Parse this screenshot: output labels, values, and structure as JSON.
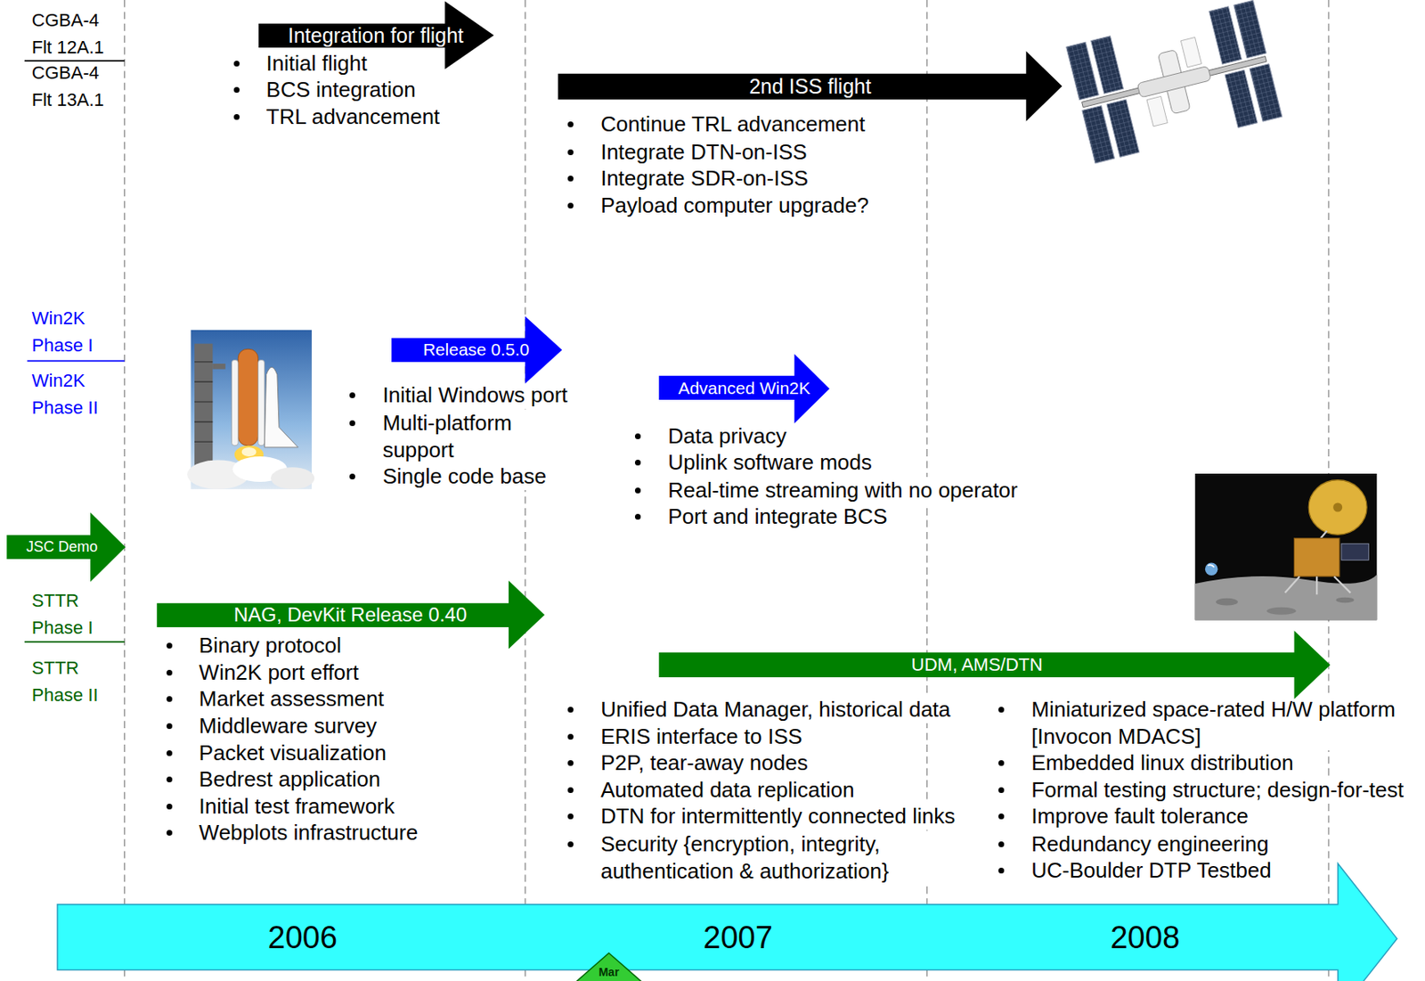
{
  "diagram": {
    "nodes": [
      {
        "text": [
          "Integration for flight"
        ]
      },
      {
        "text": [
          "2nd ISS flight"
        ]
      },
      {
        "text": [
          "Release 0.5.0"
        ]
      },
      {
        "text": [
          "Advanced Win2K"
        ]
      },
      {
        "text": [
          "JSC Demo"
        ]
      },
      {
        "text": [
          "NAG, DevKit Release 0.40"
        ]
      },
      {
        "text": [
          "UDM, AMS/DTN"
        ]
      },
      {
        "text": [
          "2006",
          "2007",
          "2008"
        ]
      },
      {
        "text": [
          "Mar"
        ]
      }
    ],
    "labels": [
      "CGBA-4 Flt 12A.1",
      "CGBA-4 Flt 13A.1",
      "Win2K Phase I",
      "Win2K Phase II",
      "STTR Phase I",
      "STTR Phase II",
      "Initial flight",
      "BCS integration",
      "TRL advancement",
      "Continue TRL advancement",
      "Integrate DTN-on-ISS",
      "Integrate SDR-on-ISS",
      "Payload computer upgrade?",
      "Initial Windows port",
      "Multi-platform support",
      "Single code base",
      "Data privacy",
      "Uplink software mods",
      "Real-time streaming with no operator",
      "Port and integrate BCS",
      "Binary protocol",
      "Win2K port effort",
      "Market assessment",
      "Middleware survey",
      "Packet visualization",
      "Bedrest application",
      "Initial test framework",
      "Webplots infrastructure",
      "Unified Data Manager, historical data",
      "ERIS interface to ISS",
      "P2P, tear-away nodes",
      "Automated data replication",
      "DTN for intermittently connected links",
      "Security {encryption, integrity, authentication & authorization}",
      "Miniaturized space-rated H/W platform [Invocon MDACS]",
      "Embedded linux distribution",
      "Formal testing structure; design-for-test",
      "Improve fault tolerance",
      "Redundancy engineering",
      "UC-Boulder DTP Testbed"
    ]
  }
}
